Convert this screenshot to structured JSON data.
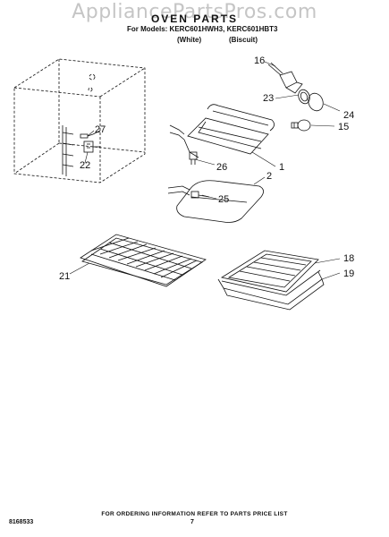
{
  "watermark": "AppliancePartsPros.com",
  "header": {
    "title": "OVEN PARTS",
    "models_line": "For Models: KERC601HWH3, KERC601HBT3",
    "variants": [
      "(White)",
      "(Biscuit)"
    ]
  },
  "callouts": {
    "c16": "16",
    "c23": "23",
    "c24": "24",
    "c15": "15",
    "c27": "27",
    "c22": "22",
    "c26": "26",
    "c1": "1",
    "c2": "2",
    "c25": "25",
    "c21": "21",
    "c18": "18",
    "c19": "19"
  },
  "footer": {
    "ordering_info": "FOR ORDERING INFORMATION REFER TO PARTS PRICE LIST",
    "doc_number": "8168533",
    "page_number": "7"
  },
  "colors": {
    "line": "#111111",
    "watermark": "#969696"
  }
}
